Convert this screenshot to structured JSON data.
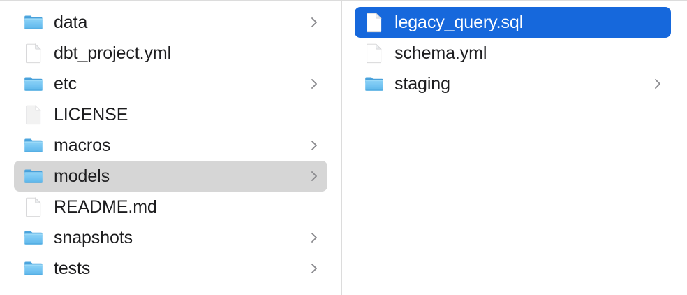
{
  "window": {
    "view_mode": "column-browser",
    "background_color": "#ffffff",
    "divider_color": "#dcdcdc"
  },
  "colors": {
    "selection_blue": "#1668dc",
    "highlight_gray": "#d6d6d6",
    "text_primary": "#1d1d1f",
    "text_selected": "#ffffff",
    "folder_blue": "#6ec2f2",
    "chevron_gray": "#8a8a8e"
  },
  "columns": [
    {
      "name": "project-root-column",
      "items": [
        {
          "label": "data",
          "kind": "folder",
          "icon": "folder-icon",
          "has_chevron": true,
          "state": "normal"
        },
        {
          "label": "dbt_project.yml",
          "kind": "file",
          "icon": "document-icon",
          "has_chevron": false,
          "state": "normal"
        },
        {
          "label": "etc",
          "kind": "folder",
          "icon": "folder-icon",
          "has_chevron": true,
          "state": "normal"
        },
        {
          "label": "LICENSE",
          "kind": "file",
          "icon": "generic-file-icon",
          "has_chevron": false,
          "state": "normal"
        },
        {
          "label": "macros",
          "kind": "folder",
          "icon": "folder-icon",
          "has_chevron": true,
          "state": "normal"
        },
        {
          "label": "models",
          "kind": "folder",
          "icon": "folder-icon",
          "has_chevron": true,
          "state": "highlighted"
        },
        {
          "label": "README.md",
          "kind": "file",
          "icon": "document-icon",
          "has_chevron": false,
          "state": "normal"
        },
        {
          "label": "snapshots",
          "kind": "folder",
          "icon": "folder-icon",
          "has_chevron": true,
          "state": "normal"
        },
        {
          "label": "tests",
          "kind": "folder",
          "icon": "folder-icon",
          "has_chevron": true,
          "state": "normal"
        }
      ]
    },
    {
      "name": "models-contents-column",
      "items": [
        {
          "label": "legacy_query.sql",
          "kind": "file",
          "icon": "document-icon",
          "has_chevron": false,
          "state": "selected"
        },
        {
          "label": "schema.yml",
          "kind": "file",
          "icon": "document-icon",
          "has_chevron": false,
          "state": "normal"
        },
        {
          "label": "staging",
          "kind": "folder",
          "icon": "folder-icon",
          "has_chevron": true,
          "state": "normal"
        }
      ]
    }
  ]
}
